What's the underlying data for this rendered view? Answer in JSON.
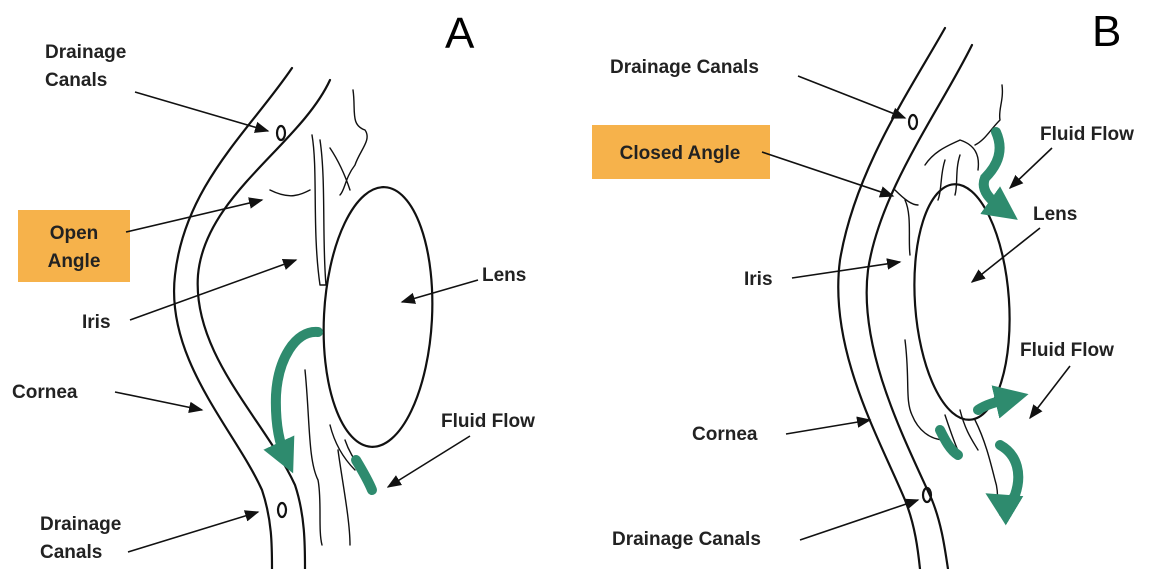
{
  "colors": {
    "highlight_box": "#f6b24b",
    "fluid_flow": "#2e8b6e",
    "outline": "#111111"
  },
  "panel_a": {
    "letter": "A",
    "labels": {
      "drainage_top_1": "Drainage",
      "drainage_top_2": "Canals",
      "open_angle_1": "Open",
      "open_angle_2": "Angle",
      "iris": "Iris",
      "cornea": "Cornea",
      "lens": "Lens",
      "fluid_flow": "Fluid Flow",
      "drainage_bottom_1": "Drainage",
      "drainage_bottom_2": "Canals"
    }
  },
  "panel_b": {
    "letter": "B",
    "labels": {
      "drainage_top": "Drainage Canals",
      "closed_angle": "Closed Angle",
      "fluid_flow_top": "Fluid Flow",
      "lens": "Lens",
      "iris": "Iris",
      "fluid_flow_bottom": "Fluid Flow",
      "cornea": "Cornea",
      "drainage_bottom": "Drainage Canals"
    }
  }
}
